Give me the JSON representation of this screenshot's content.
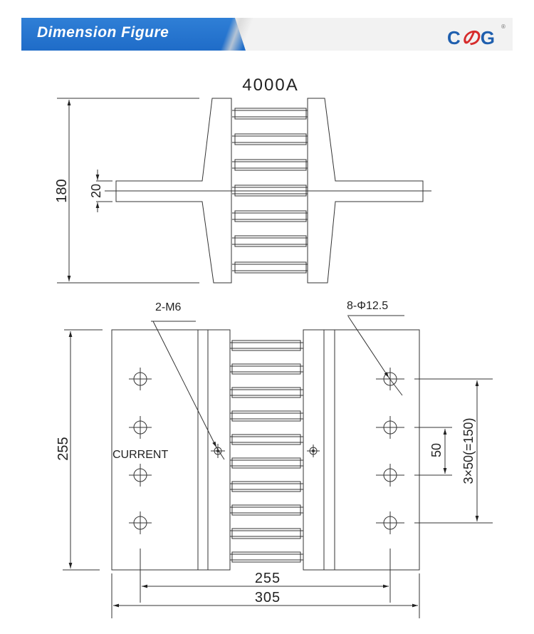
{
  "header": {
    "title": "Dimension Figure",
    "accent_color": "#2475cf",
    "logo": {
      "left": "C",
      "middle": "の",
      "right": "G",
      "registered": "®"
    }
  },
  "side_view": {
    "title": "4000A",
    "dims": {
      "height": "180",
      "terminal_thickness": "20"
    },
    "resistor_bars": 7
  },
  "front_view": {
    "labels": {
      "screw": "2-M6",
      "holes": "8-Φ12.5",
      "current": "CURRENT"
    },
    "dims": {
      "height": "255",
      "hole_pitch": "50",
      "hole_span": "3×50(=150)",
      "hole_center_width": "255",
      "overall_width": "305"
    },
    "resistor_bars": 10
  }
}
